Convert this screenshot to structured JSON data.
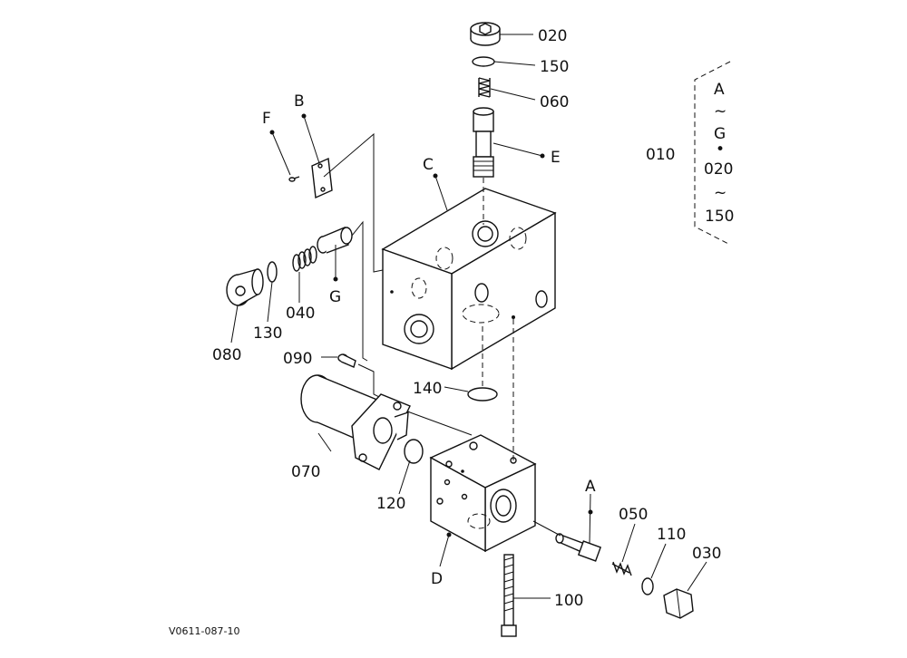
{
  "figure_code": "V0611-087-10",
  "legend": {
    "assembly": "010",
    "range_top": "A",
    "tilde1": "~",
    "g": "G",
    "bullet": "•",
    "range_mid": "020",
    "tilde2": "~",
    "range_end": "150"
  },
  "callouts": {
    "c020": "020",
    "c150": "150",
    "c060": "060",
    "cE": "E",
    "cB": "B",
    "cF": "F",
    "cC": "C",
    "c040": "040",
    "cG": "G",
    "c130": "130",
    "c080": "080",
    "c090": "090",
    "c140": "140",
    "c070": "070",
    "c120": "120",
    "cD": "D",
    "cA": "A",
    "c050": "050",
    "c110": "110",
    "c030": "030",
    "c100": "100"
  }
}
